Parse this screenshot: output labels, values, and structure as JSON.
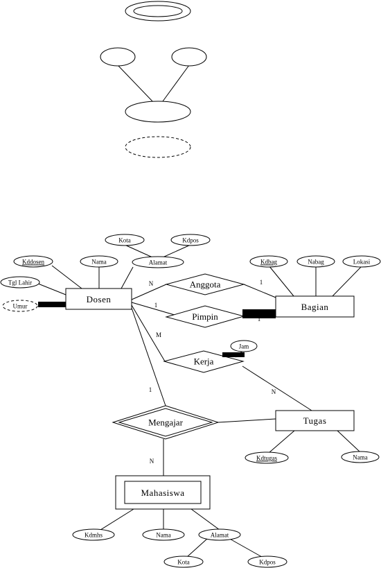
{
  "entities": {
    "dosen": "Dosen",
    "bagian": "Bagian",
    "tugas": "Tugas",
    "mahasiswa": "Mahasiswa"
  },
  "relationships": {
    "anggota": "Anggota",
    "pimpin": "Pimpin",
    "kerja": "Kerja",
    "mengajar": "Mengajar"
  },
  "attributes": {
    "dosen_kddosen": "Kddosen",
    "dosen_nama": "Nama",
    "dosen_alamat": "Alamat",
    "dosen_kota": "Kota",
    "dosen_kdpos": "Kdpos",
    "dosen_tgl_lahir": "Tgl Lahir",
    "dosen_umur": "Umur",
    "bagian_kdbag": "Kdbag",
    "bagian_nabag": "Nabag",
    "bagian_lokasi": "Lokasi",
    "kerja_jam": "Jam",
    "tugas_kdtugas": "Kdtugas",
    "tugas_nama": "Nama",
    "mhs_kdmhs": "Kdmhs",
    "mhs_nama": "Nama",
    "mhs_alamat": "Alamat",
    "mhs_kota": "Kota",
    "mhs_kdpos": "Kdpos"
  },
  "cardinality": {
    "anggota_dosen": "N",
    "anggota_bagian": "1",
    "pimpin_dosen": "1",
    "pimpin_bagian": "1",
    "kerja_dosen": "M",
    "kerja_tugas": "N",
    "mengajar_dosen": "1",
    "mengajar_mahasiswa": "N"
  }
}
